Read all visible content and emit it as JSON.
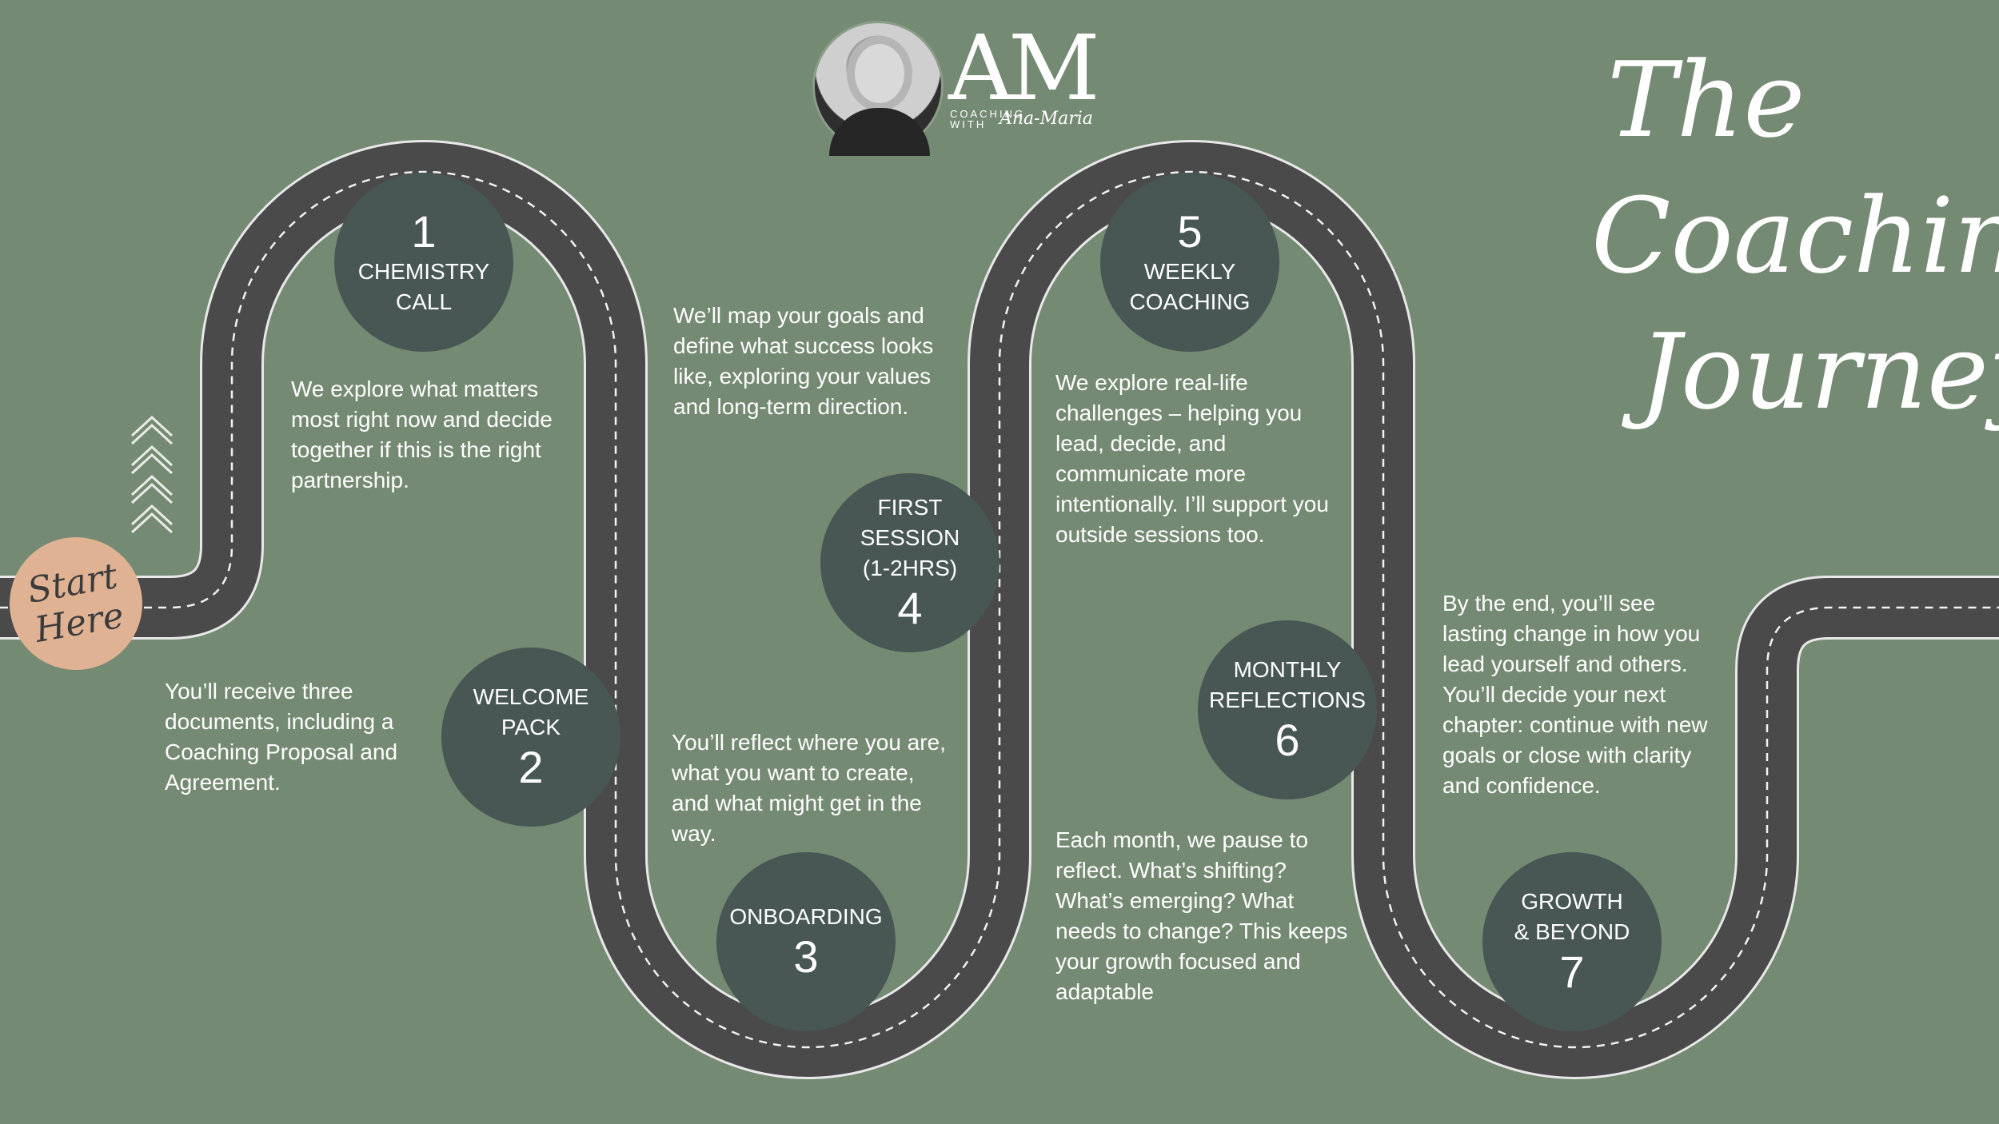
{
  "header": {
    "logo_letters": "AM",
    "logo_sub": "COACHING WITH",
    "logo_signature": "Ana-Maria",
    "avatar": "portrait-photo"
  },
  "title": {
    "line1": "The",
    "line2": "Coaching",
    "line3": "Journey"
  },
  "start": {
    "line1": "Start",
    "line2": "Here"
  },
  "steps": [
    {
      "number": "1",
      "label": "CHEMISTRY\nCALL",
      "description": "We explore what matters most right now and decide together if this is the right partnership."
    },
    {
      "number": "2",
      "label": "WELCOME\nPACK",
      "description": "You’ll receive three documents, including a Coaching Proposal and Agreement."
    },
    {
      "number": "3",
      "label": "ONBOARDING",
      "description": "You’ll reflect where you are, what you want to create, and what might get in the way."
    },
    {
      "number": "4",
      "label": "FIRST\nSESSION\n(1-2HRS)",
      "description": "We’ll map your goals and define what success looks like, exploring your values and long-term direction."
    },
    {
      "number": "5",
      "label": "WEEKLY\nCOACHING",
      "description": "We explore real-life challenges – helping you lead, decide, and communicate more intentionally. I’ll support you outside sessions too."
    },
    {
      "number": "6",
      "label": "MONTHLY\nREFLECTIONS",
      "description": "Each month, we pause to reflect. What’s shifting? What’s emerging? What needs to change? This keeps your growth focused and adaptable"
    },
    {
      "number": "7",
      "label": "GROWTH\n& BEYOND",
      "description": "By the end, you’ll see lasting change in how you lead yourself and others. You’ll decide your next chapter: continue with new goals or close with clarity and confidence."
    }
  ],
  "colors": {
    "background": "#758a73",
    "road": "#4a4a4a",
    "circle": "#485754",
    "start_badge": "#dfb294"
  }
}
